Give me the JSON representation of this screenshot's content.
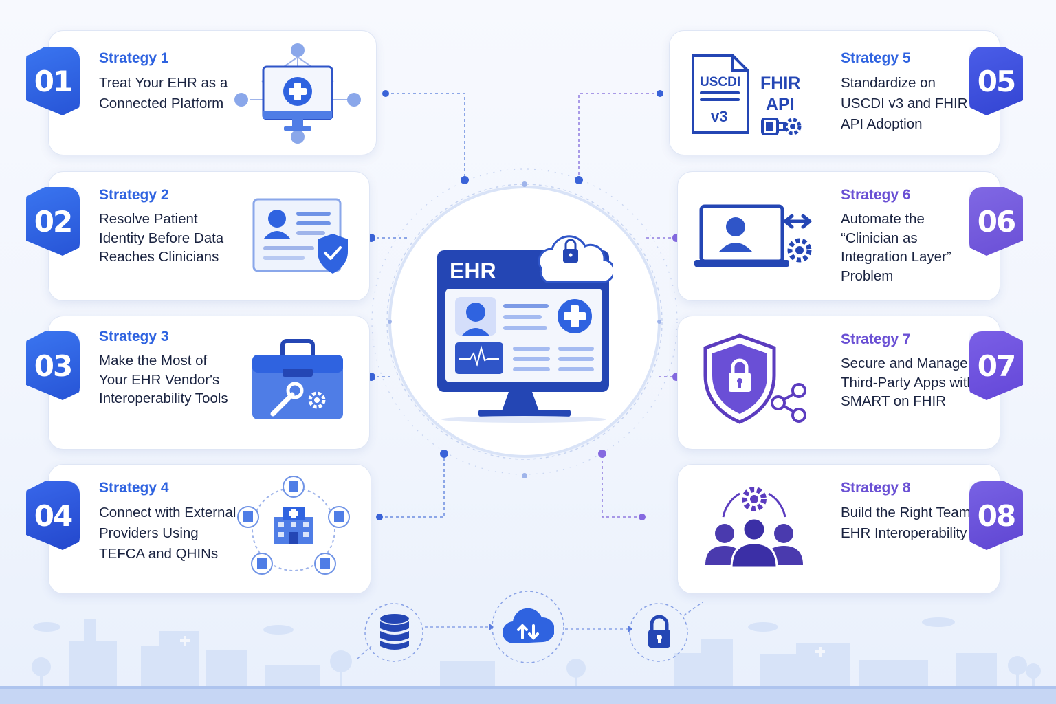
{
  "center": {
    "title": "EHR"
  },
  "strategies": [
    {
      "number": "01",
      "label": "Strategy 1",
      "title": "Treat Your EHR as a Connected Platform",
      "color": "#2f63e0"
    },
    {
      "number": "02",
      "label": "Strategy 2",
      "title": "Resolve Patient Identity Before Data Reaches Clinicians",
      "color": "#2f63e0"
    },
    {
      "number": "03",
      "label": "Strategy 3",
      "title": "Make the Most of Your EHR Vendor's Interoperability Tools",
      "color": "#2f63e0"
    },
    {
      "number": "04",
      "label": "Strategy 4",
      "title": "Connect with External Providers Using TEFCA and QHINs",
      "color": "#2f55d4"
    },
    {
      "number": "05",
      "label": "Strategy 5",
      "title": "Standardize on USCDI v3 and FHIR API Adoption",
      "color": "#3b4fd8"
    },
    {
      "number": "06",
      "label": "Strategy 6",
      "title": "Automate the “Clinician as Integration Layer” Problem",
      "color": "#7056d6"
    },
    {
      "number": "07",
      "label": "Strategy 7",
      "title": "Secure and Manage Third-Party Apps with SMART on FHIR",
      "color": "#6d4fd9"
    },
    {
      "number": "08",
      "label": "Strategy 8",
      "title": "Build the Right Team for EHR Interoperability",
      "color": "#6a4fd6"
    }
  ],
  "icons": {
    "uscdi_label": "USCDI",
    "uscdi_version": "v3",
    "fhir_label": "FHIR",
    "api_label": "API"
  }
}
